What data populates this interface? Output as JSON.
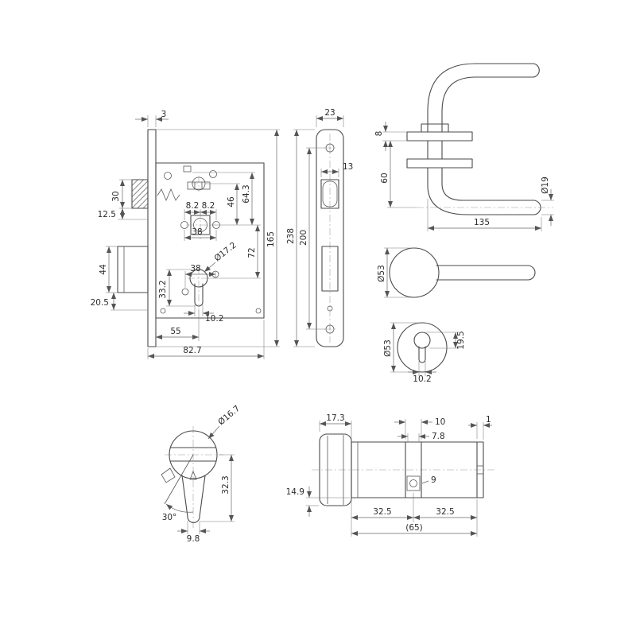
{
  "drawing": {
    "lock_body": {
      "thickness": "3",
      "latch_height": "30",
      "latch_offset": "12.5",
      "deadbolt_height": "44",
      "deadbolt_offset": "20.5",
      "hole_left": "8.2",
      "hole_right": "8.2",
      "follower_holes": "38",
      "follower_to_top": "46",
      "slot_to_follower": "64.3",
      "total_height": "165",
      "follower_to_cyl": "72",
      "cyl_holes": "38",
      "cyl_dia": "Ø17.2",
      "cyl_height": "33.2",
      "key_width": "10.2",
      "backset": "55",
      "depth": "82.7"
    },
    "faceplate": {
      "width": "23",
      "latch_width": "13",
      "length": "238",
      "screw_distance": "200"
    },
    "handle_side": {
      "rose_thickness": "8",
      "neck_length": "60",
      "tube_dia": "Ø19",
      "grip_length": "135"
    },
    "handle_front": {
      "rose_dia": "Ø53"
    },
    "escutcheon": {
      "rose_dia": "Ø53",
      "cyl_top": "19.5",
      "key_width": "10.2"
    },
    "cyl_front": {
      "knob_dia": "Ø16.7",
      "height": "32.3",
      "angle": "30°",
      "width": "9.8"
    },
    "cyl_side": {
      "knob_len": "17.3",
      "cam_width": "10",
      "cam_inner": "7.8",
      "tip": "1",
      "knob_ext": "14.9",
      "screw": "9",
      "half_left": "32.5",
      "half_right": "32.5",
      "total": "(65)"
    }
  }
}
